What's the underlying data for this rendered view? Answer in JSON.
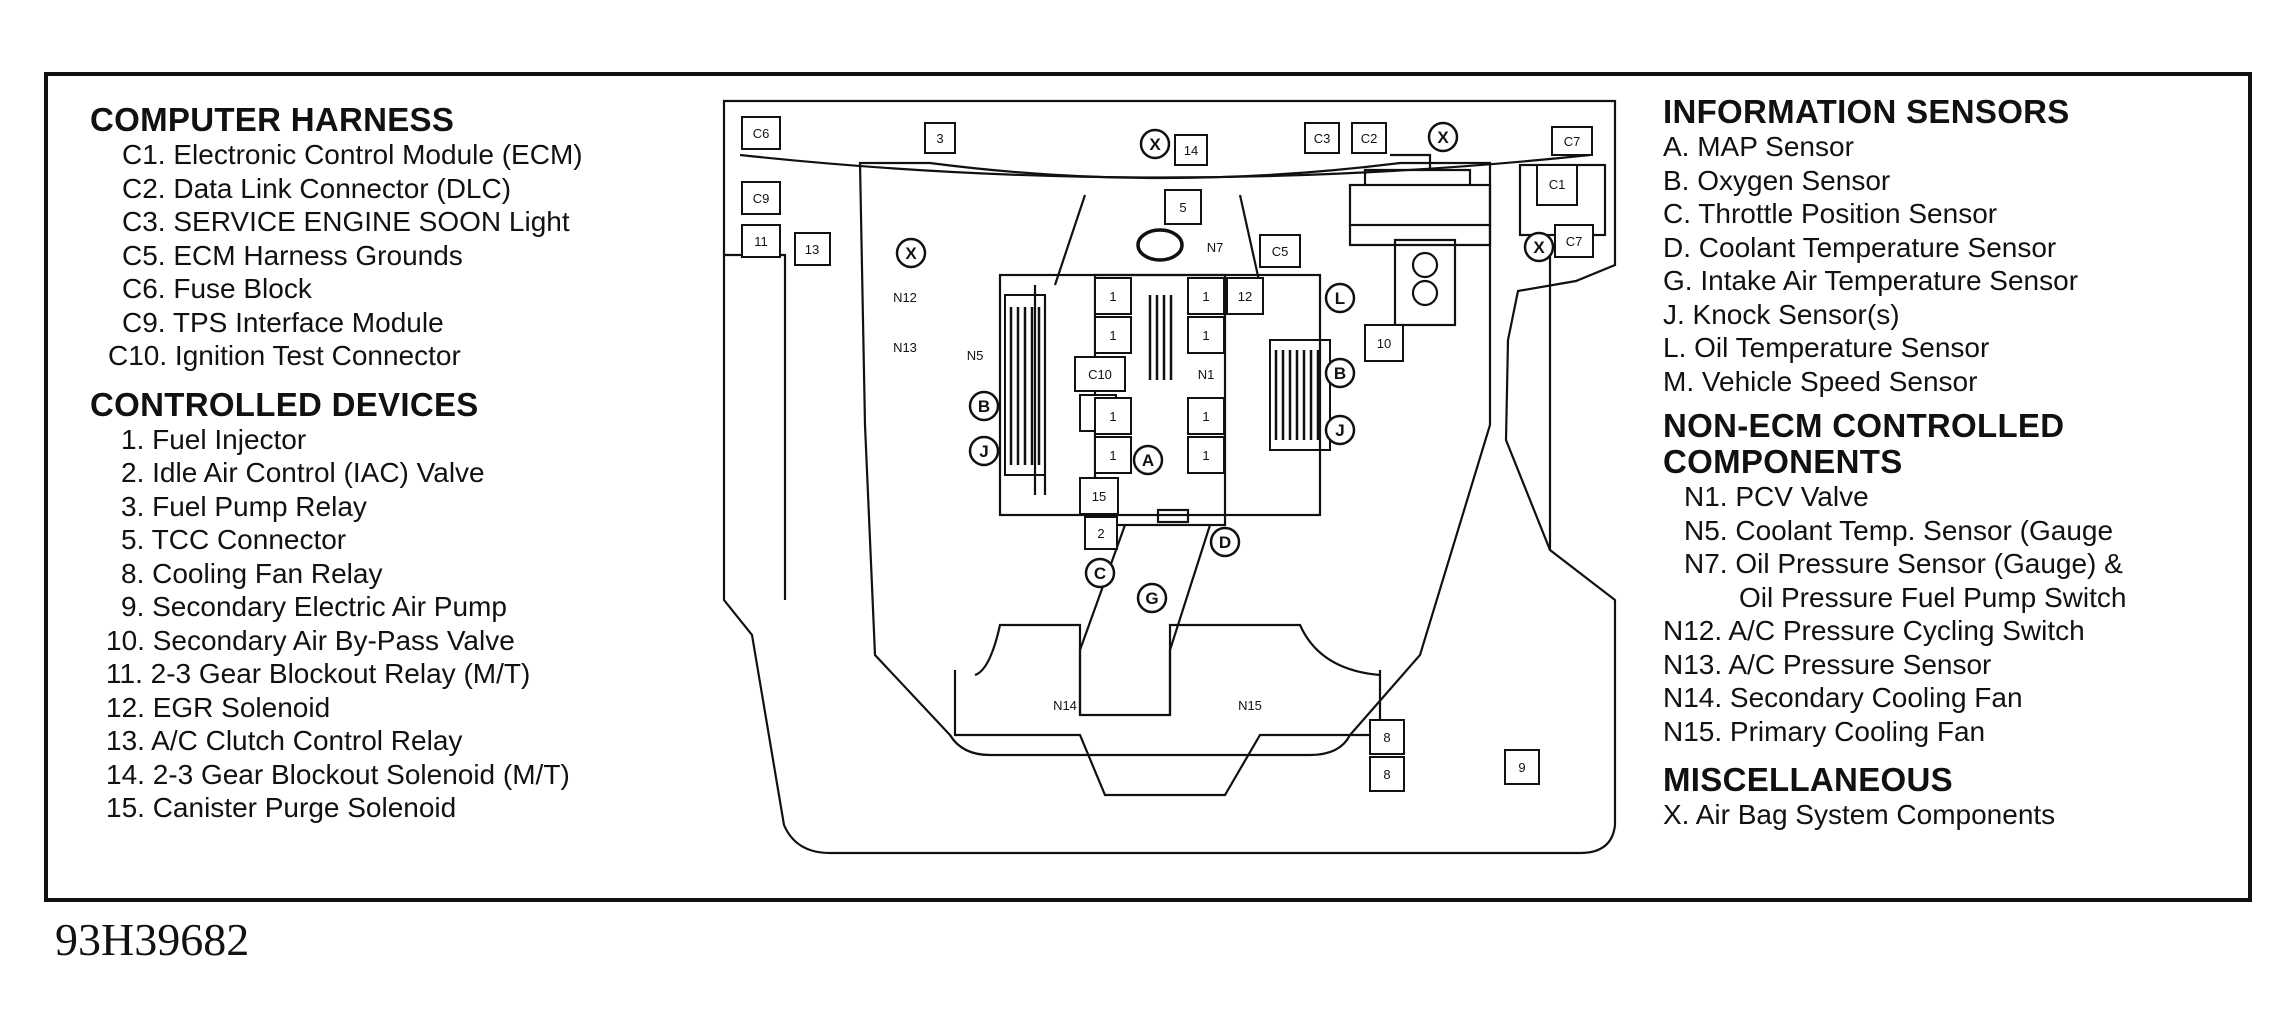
{
  "computer_harness": {
    "title": "COMPUTER HARNESS",
    "items": [
      "C1. Electronic Control Module (ECM)",
      "C2. Data Link Connector (DLC)",
      "C3. SERVICE ENGINE SOON Light",
      "C5. ECM Harness Grounds",
      "C6. Fuse Block",
      "C9. TPS Interface Module",
      "C10. Ignition Test Connector"
    ]
  },
  "controlled_devices": {
    "title": "CONTROLLED DEVICES",
    "items": [
      "1. Fuel Injector",
      "2. Idle Air Control (IAC) Valve",
      "3. Fuel Pump Relay",
      "5. TCC Connector",
      "8. Cooling Fan Relay",
      "9. Secondary Electric Air Pump",
      "10. Secondary Air By-Pass Valve",
      "11. 2-3 Gear Blockout Relay (M/T)",
      "12. EGR Solenoid",
      "13. A/C Clutch Control Relay",
      "14. 2-3 Gear Blockout Solenoid (M/T)",
      "15. Canister Purge Solenoid"
    ]
  },
  "information_sensors": {
    "title": "INFORMATION SENSORS",
    "items": [
      "A. MAP Sensor",
      "B. Oxygen Sensor",
      "C. Throttle Position Sensor",
      "D. Coolant Temperature Sensor",
      "G. Intake Air Temperature Sensor",
      "J. Knock Sensor(s)",
      "L. Oil Temperature Sensor",
      "M. Vehicle Speed Sensor"
    ]
  },
  "non_ecm": {
    "title_line1": "NON-ECM CONTROLLED",
    "title_line2": "COMPONENTS",
    "items": [
      "N1. PCV Valve",
      "N5. Coolant Temp. Sensor (Gauge",
      "N7. Oil Pressure Sensor (Gauge) &",
      "Oil Pressure Fuel Pump Switch",
      "N12. A/C Pressure Cycling Switch",
      "N13. A/C Pressure Sensor",
      "N14. Secondary Cooling Fan",
      "N15. Primary Cooling Fan"
    ]
  },
  "miscellaneous": {
    "title": "MISCELLANEOUS",
    "items": [
      "X. Air Bag System Components"
    ]
  },
  "figure_id": "93H39682",
  "diagram_labels": {
    "boxes": [
      "C6",
      "3",
      "14",
      "C3",
      "C2",
      "C7",
      "C9",
      "5",
      "C1",
      "11",
      "13",
      "C5",
      "C7",
      "1",
      "1",
      "1",
      "12",
      "1",
      "1",
      "10",
      "C10",
      "N1",
      "1",
      "1",
      "1",
      "1",
      "15",
      "2",
      "8",
      "8",
      "9"
    ],
    "text_labels": [
      "N7",
      "N12",
      "N13",
      "N5",
      "N14",
      "N15"
    ],
    "circles": [
      "X",
      "X",
      "X",
      "X",
      "L",
      "B",
      "B",
      "J",
      "J",
      "A",
      "D",
      "C",
      "G"
    ]
  }
}
